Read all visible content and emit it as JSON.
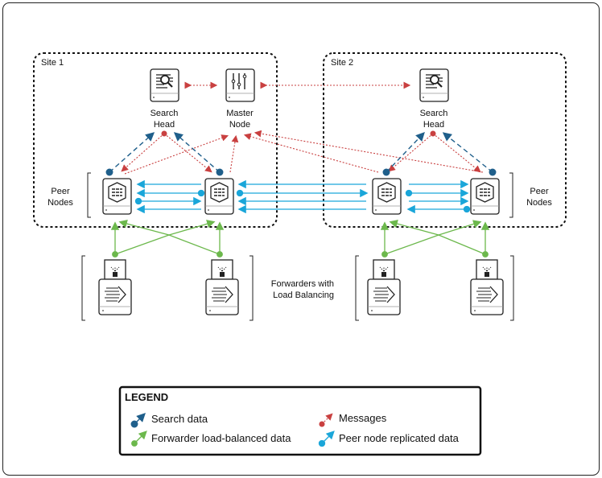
{
  "sites": [
    {
      "label": "Site 1"
    },
    {
      "label": "Site 2"
    }
  ],
  "nodes": {
    "search_head_1": {
      "line1": "Search",
      "line2": "Head"
    },
    "master_node": {
      "line1": "Master",
      "line2": "Node"
    },
    "search_head_2": {
      "line1": "Search",
      "line2": "Head"
    },
    "peer_nodes_left": {
      "line1": "Peer",
      "line2": "Nodes"
    },
    "peer_nodes_right": {
      "line1": "Peer",
      "line2": "Nodes"
    },
    "forwarders": {
      "line1": "Forwarders with",
      "line2": "Load Balancing"
    }
  },
  "legend": {
    "title": "LEGEND",
    "items": [
      {
        "label": "Search data",
        "color": "#1f5f8b"
      },
      {
        "label": "Messages",
        "color": "#c94040"
      },
      {
        "label": "Forwarder load-balanced data",
        "color": "#6cb84c"
      },
      {
        "label": "Peer node replicated data",
        "color": "#1aa6d9"
      }
    ]
  }
}
